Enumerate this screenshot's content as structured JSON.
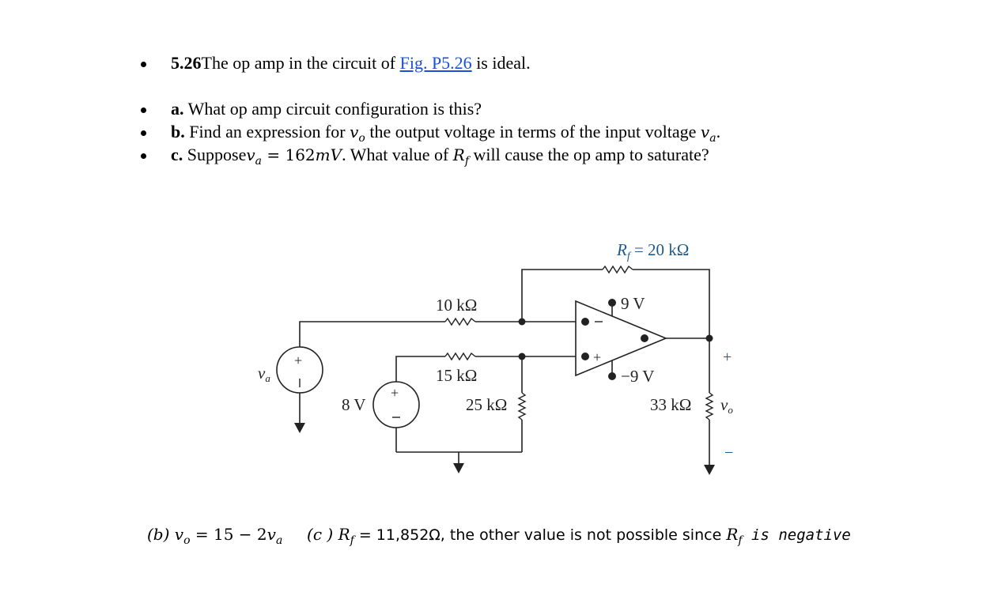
{
  "problem": {
    "number": "5.26",
    "intro_before_link": "The op amp in the circuit of ",
    "link_text": "Fig. P5.26",
    "intro_after_link": " is ideal.",
    "parts": [
      {
        "label": "a.",
        "text": " What op amp circuit configuration is this?"
      },
      {
        "label": "b.",
        "text_before": " Find an expression for ",
        "var1": "v",
        "var1_sub": "o",
        "text_mid": " the output voltage in terms of the input voltage ",
        "var2": "v",
        "var2_sub": "a",
        "text_end": "."
      },
      {
        "label": "c.",
        "text_before": " Suppose",
        "var1": "v",
        "var1_sub": "a",
        "eq": " = 162",
        "unit": "mV",
        "text_mid": ". What value of ",
        "var2": "R",
        "var2_sub": "f",
        "text_end": " will cause the op amp to saturate?"
      }
    ]
  },
  "circuit": {
    "rf_label": "R",
    "rf_sub": "f",
    "rf_value": " = 20 kΩ",
    "r10": "10 kΩ",
    "r15": "15 kΩ",
    "r25": "25 kΩ",
    "r33": "33 kΩ",
    "supply_pos": "9 V",
    "supply_neg": "−9 V",
    "source_8v": "8 V",
    "va_label": "v",
    "va_sub": "a",
    "vo_label": "v",
    "vo_sub": "o",
    "plus": "+",
    "minus": "−"
  },
  "answers": {
    "b_label": "(b) ",
    "b_var": "v",
    "b_sub": "o",
    "b_eq": " = 15 − 2",
    "b_var2": "v",
    "b_sub2": "a",
    "c_label": "(c ) ",
    "c_var": "R",
    "c_sub": "f",
    "c_eq": " = 11,852Ω, the other value is not possible since ",
    "c_var2": "R",
    "c_sub2": "f",
    "c_end": " is negative"
  }
}
